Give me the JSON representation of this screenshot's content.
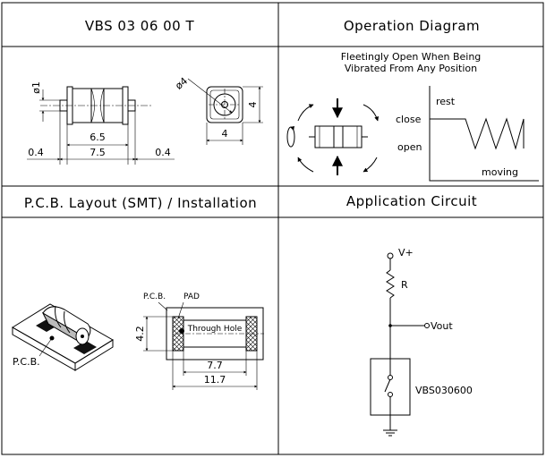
{
  "headers": {
    "part_number": "VBS 03 06 00 T",
    "operation_diagram": "Operation Diagram",
    "pcb_layout": "P.C.B. Layout (SMT) / Installation",
    "application_circuit": "Application Circuit"
  },
  "dimensions": {
    "diameter_small": "ø1",
    "inner_length": "6.5",
    "total_length": "7.5",
    "lead_left": "0.4",
    "lead_right": "0.4",
    "diameter_large": "ø4",
    "side_height": "4",
    "side_width": "4"
  },
  "operation": {
    "note_line1": "Fleetingly Open When Being",
    "note_line2": "Vibrated From Any Position",
    "state_close": "close",
    "state_open": "open",
    "label_rest": "rest",
    "label_moving": "moving"
  },
  "pcb": {
    "label_pcb_top": "P.C.B.",
    "label_pad": "PAD",
    "label_through_hole": "Through Hole",
    "dim_height": "4.2",
    "dim_inner": "7.7",
    "dim_outer": "11.7",
    "label_pcb_iso": "P.C.B."
  },
  "circuit": {
    "supply": "V+",
    "resistor": "R",
    "output": "Vout",
    "part": "VBS030600"
  }
}
